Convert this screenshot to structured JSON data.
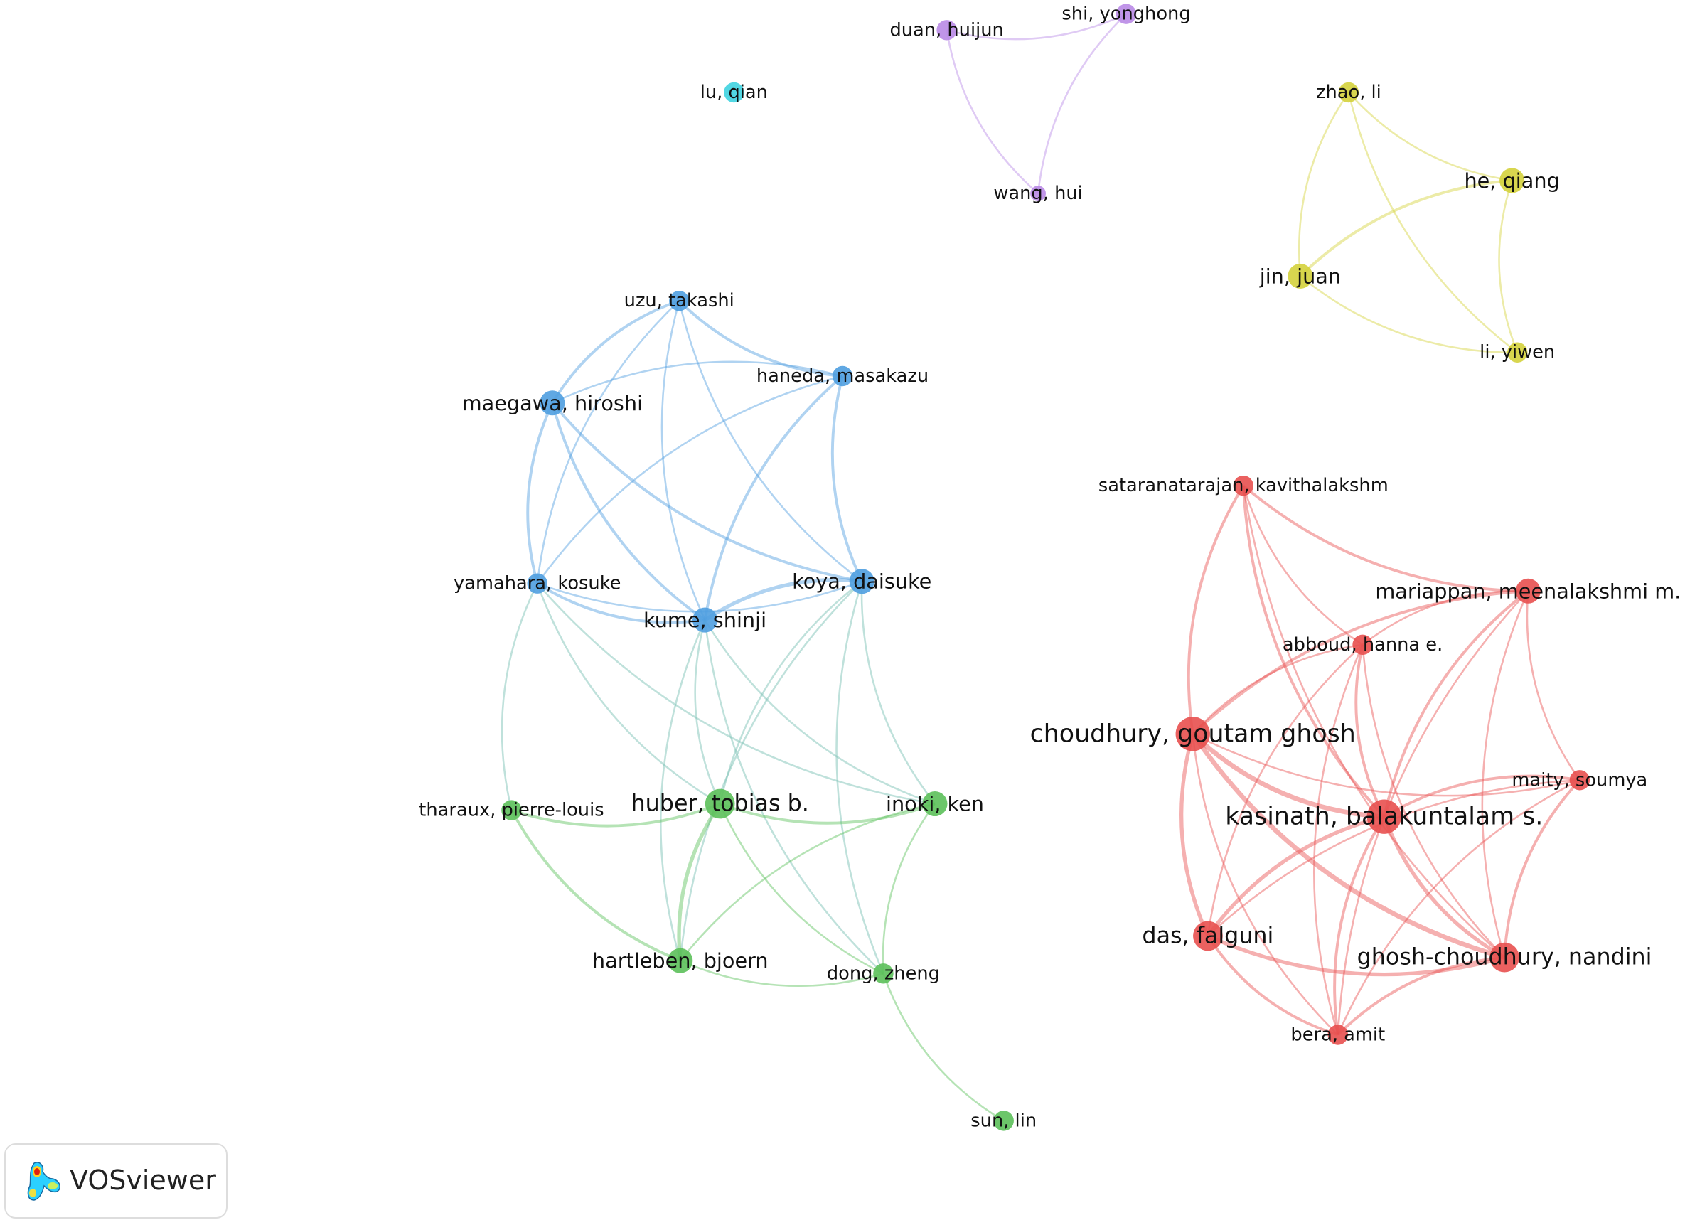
{
  "chart_data": {
    "type": "network",
    "title": "",
    "clusters": [
      {
        "id": 1,
        "color": "#e8504f"
      },
      {
        "id": 2,
        "color": "#5cc05a"
      },
      {
        "id": 3,
        "color": "#4f9ee0"
      },
      {
        "id": 4,
        "color": "#d4d23c"
      },
      {
        "id": 5,
        "color": "#b98ae6"
      },
      {
        "id": 6,
        "color": "#3fd3e0"
      }
    ],
    "nodes": [
      {
        "label": "duan, huijun",
        "cluster": 5,
        "weight": 2
      },
      {
        "label": "shi, yonghong",
        "cluster": 5,
        "weight": 2
      },
      {
        "label": "wang, hui",
        "cluster": 5,
        "weight": 1
      },
      {
        "label": "lu, qian",
        "cluster": 6,
        "weight": 2
      },
      {
        "label": "zhao, li",
        "cluster": 4,
        "weight": 2
      },
      {
        "label": "he, qiang",
        "cluster": 4,
        "weight": 3
      },
      {
        "label": "jin, juan",
        "cluster": 4,
        "weight": 3
      },
      {
        "label": "li, yiwen",
        "cluster": 4,
        "weight": 2
      },
      {
        "label": "uzu, takashi",
        "cluster": 3,
        "weight": 2
      },
      {
        "label": "haneda, masakazu",
        "cluster": 3,
        "weight": 2
      },
      {
        "label": "maegawa, hiroshi",
        "cluster": 3,
        "weight": 3
      },
      {
        "label": "yamahara, kosuke",
        "cluster": 3,
        "weight": 2
      },
      {
        "label": "koya, daisuke",
        "cluster": 3,
        "weight": 3
      },
      {
        "label": "kume, shinji",
        "cluster": 3,
        "weight": 3
      },
      {
        "label": "tharaux, pierre-louis",
        "cluster": 2,
        "weight": 2
      },
      {
        "label": "huber, tobias b.",
        "cluster": 2,
        "weight": 4
      },
      {
        "label": "inoki, ken",
        "cluster": 2,
        "weight": 3
      },
      {
        "label": "hartleben, bjoern",
        "cluster": 2,
        "weight": 3
      },
      {
        "label": "dong, zheng",
        "cluster": 2,
        "weight": 2
      },
      {
        "label": "sun, lin",
        "cluster": 2,
        "weight": 2
      },
      {
        "label": "sataranatarajan, kavithalakshm",
        "cluster": 1,
        "weight": 2
      },
      {
        "label": "mariappan, meenalakshmi m.",
        "cluster": 1,
        "weight": 3
      },
      {
        "label": "abboud, hanna e.",
        "cluster": 1,
        "weight": 2
      },
      {
        "label": "choudhury, goutam ghosh",
        "cluster": 1,
        "weight": 5
      },
      {
        "label": "maity, soumya",
        "cluster": 1,
        "weight": 2
      },
      {
        "label": "kasinath, balakuntalam s.",
        "cluster": 1,
        "weight": 5
      },
      {
        "label": "das, falguni",
        "cluster": 1,
        "weight": 4
      },
      {
        "label": "ghosh-choudhury, nandini",
        "cluster": 1,
        "weight": 4
      },
      {
        "label": "bera, amit",
        "cluster": 1,
        "weight": 2
      }
    ],
    "links": [
      [
        0,
        1,
        1
      ],
      [
        0,
        2,
        1
      ],
      [
        1,
        2,
        1
      ],
      [
        4,
        5,
        1
      ],
      [
        4,
        6,
        1
      ],
      [
        4,
        7,
        1
      ],
      [
        5,
        6,
        2
      ],
      [
        5,
        7,
        1
      ],
      [
        6,
        7,
        1
      ],
      [
        8,
        9,
        2
      ],
      [
        8,
        10,
        2
      ],
      [
        8,
        11,
        1
      ],
      [
        8,
        12,
        1
      ],
      [
        8,
        13,
        1
      ],
      [
        9,
        10,
        1
      ],
      [
        9,
        11,
        1
      ],
      [
        9,
        12,
        2
      ],
      [
        9,
        13,
        2
      ],
      [
        10,
        11,
        2
      ],
      [
        10,
        12,
        2
      ],
      [
        10,
        13,
        2
      ],
      [
        11,
        12,
        1
      ],
      [
        11,
        13,
        2
      ],
      [
        12,
        13,
        3
      ],
      [
        11,
        14,
        1
      ],
      [
        11,
        15,
        1
      ],
      [
        11,
        16,
        1
      ],
      [
        13,
        15,
        1
      ],
      [
        13,
        16,
        1
      ],
      [
        13,
        17,
        1
      ],
      [
        13,
        18,
        1
      ],
      [
        12,
        15,
        1
      ],
      [
        12,
        17,
        1
      ],
      [
        12,
        16,
        1
      ],
      [
        12,
        18,
        1
      ],
      [
        14,
        15,
        2
      ],
      [
        14,
        17,
        2
      ],
      [
        15,
        16,
        2
      ],
      [
        15,
        17,
        3
      ],
      [
        15,
        18,
        1
      ],
      [
        16,
        17,
        1
      ],
      [
        16,
        18,
        1
      ],
      [
        17,
        18,
        1
      ],
      [
        18,
        19,
        1
      ],
      [
        20,
        21,
        2
      ],
      [
        20,
        22,
        1
      ],
      [
        20,
        23,
        2
      ],
      [
        20,
        25,
        2
      ],
      [
        20,
        27,
        1
      ],
      [
        21,
        22,
        1
      ],
      [
        21,
        23,
        2
      ],
      [
        21,
        25,
        2
      ],
      [
        21,
        24,
        1
      ],
      [
        21,
        27,
        1
      ],
      [
        21,
        28,
        1
      ],
      [
        22,
        23,
        1
      ],
      [
        22,
        25,
        2
      ],
      [
        22,
        26,
        1
      ],
      [
        22,
        27,
        1
      ],
      [
        22,
        28,
        1
      ],
      [
        23,
        25,
        4
      ],
      [
        23,
        26,
        3
      ],
      [
        23,
        27,
        4
      ],
      [
        23,
        28,
        1
      ],
      [
        23,
        24,
        1
      ],
      [
        24,
        25,
        2
      ],
      [
        24,
        26,
        1
      ],
      [
        24,
        27,
        2
      ],
      [
        24,
        28,
        1
      ],
      [
        25,
        26,
        3
      ],
      [
        25,
        27,
        3
      ],
      [
        25,
        28,
        2
      ],
      [
        26,
        27,
        3
      ],
      [
        26,
        28,
        2
      ],
      [
        27,
        28,
        2
      ]
    ]
  },
  "logo": {
    "text": "VOSviewer"
  }
}
